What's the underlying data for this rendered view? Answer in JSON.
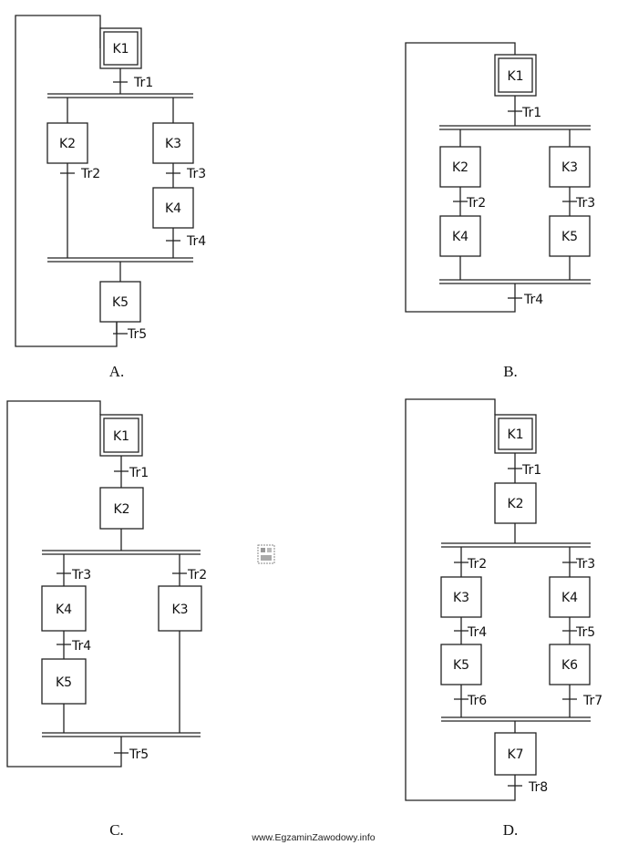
{
  "diagrams": {
    "A": {
      "caption": "A.",
      "steps": [
        "K1",
        "K2",
        "K3",
        "K4",
        "K5"
      ],
      "transitions": [
        "Tr1",
        "Tr2",
        "Tr3",
        "Tr4",
        "Tr5"
      ]
    },
    "B": {
      "caption": "B.",
      "steps": [
        "K1",
        "K2",
        "K3",
        "K4",
        "K5"
      ],
      "transitions": [
        "Tr1",
        "Tr2",
        "Tr3",
        "Tr4"
      ]
    },
    "C": {
      "caption": "C.",
      "steps": [
        "K1",
        "K2",
        "K3",
        "K4",
        "K5"
      ],
      "transitions": [
        "Tr1",
        "Tr2",
        "Tr3",
        "Tr4",
        "Tr5"
      ]
    },
    "D": {
      "caption": "D.",
      "steps": [
        "K1",
        "K2",
        "K3",
        "K4",
        "K5",
        "K6",
        "K7"
      ],
      "transitions": [
        "Tr1",
        "Tr2",
        "Tr3",
        "Tr4",
        "Tr5",
        "Tr6",
        "Tr7",
        "Tr8"
      ]
    }
  },
  "watermark": "www.EgzaminZawodowy.info"
}
